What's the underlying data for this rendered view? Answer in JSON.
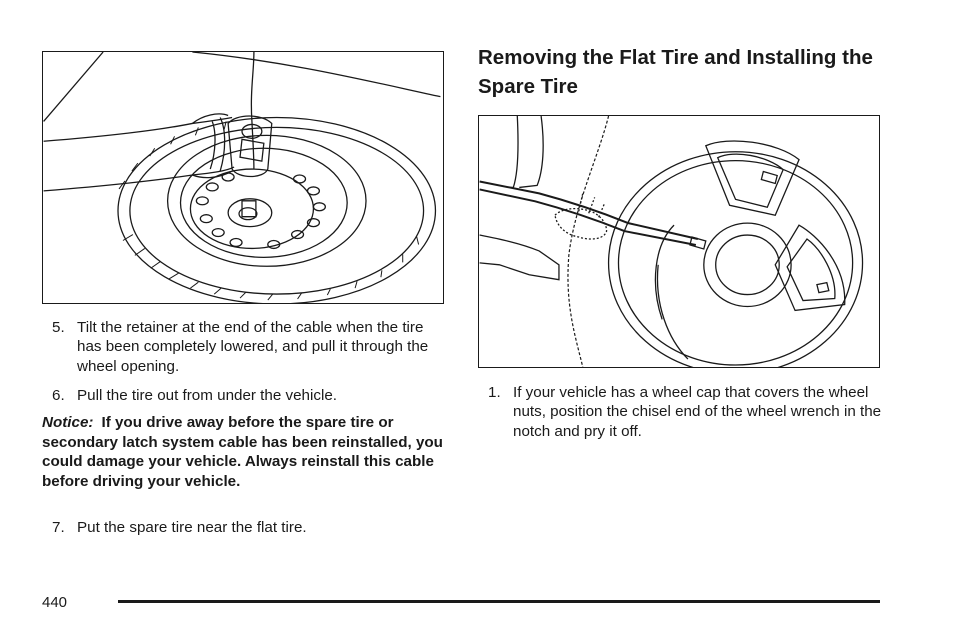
{
  "left_column": {
    "steps_a": [
      {
        "num": "5.",
        "text": "Tilt the retainer at the end of the cable when the tire has been completely lowered, and pull it through the wheel opening."
      },
      {
        "num": "6.",
        "text": "Pull the tire out from under the vehicle."
      }
    ],
    "notice": {
      "label": "Notice:",
      "text": "If you drive away before the spare tire or secondary latch system cable has been reinstalled, you could damage your vehicle. Always reinstall this cable before driving your vehicle."
    },
    "steps_b": [
      {
        "num": "7.",
        "text": "Put the spare tire near the flat tire."
      }
    ]
  },
  "right_column": {
    "heading": "Removing the Flat Tire and Installing the Spare Tire",
    "steps": [
      {
        "num": "1.",
        "text": "If your vehicle has a wheel cap that covers the wheel nuts, position the chisel end of the wheel wrench in the notch and pry it off."
      }
    ]
  },
  "footer": {
    "page_number": "440"
  }
}
